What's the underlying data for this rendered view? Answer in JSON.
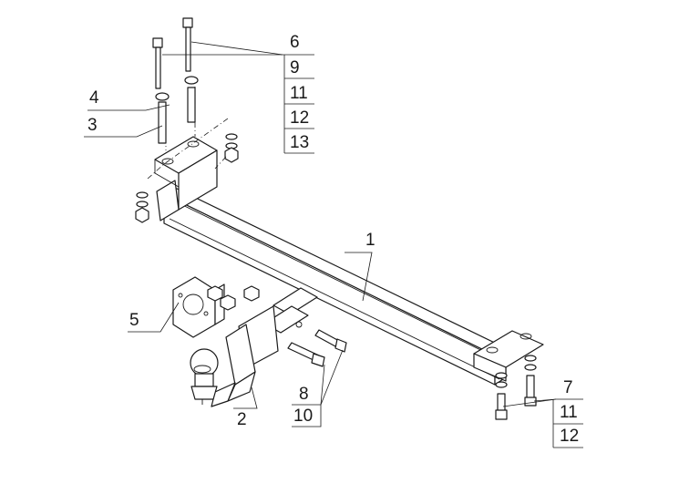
{
  "diagram": {
    "colors": {
      "line": "#1a1a1a",
      "background": "#ffffff"
    },
    "callouts": {
      "c1": "1",
      "c2": "2",
      "c3": "3",
      "c4": "4",
      "c5": "5",
      "c6": "6",
      "c7": "7",
      "c8": "8",
      "c9": "9",
      "c10": "10",
      "c11a": "11",
      "c12a": "12",
      "c13": "13",
      "c11b": "11",
      "c12b": "12"
    }
  }
}
